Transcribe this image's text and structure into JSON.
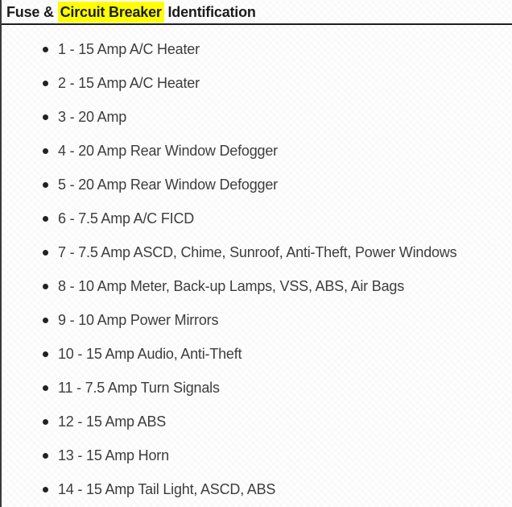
{
  "title": {
    "pre": "Fuse & ",
    "highlight": "Circuit Breaker",
    "post": " Identification"
  },
  "list": {
    "items": [
      "1 - 15 Amp A/C Heater",
      "2 - 15 Amp A/C Heater",
      "3 - 20 Amp",
      "4 - 20 Amp Rear Window Defogger",
      "5 - 20 Amp Rear Window Defogger",
      "6 - 7.5 Amp A/C FICD",
      "7 - 7.5 Amp ASCD, Chime, Sunroof, Anti-Theft, Power Windows",
      "8 - 10 Amp Meter, Back-up Lamps, VSS, ABS, Air Bags",
      "9 - 10 Amp Power Mirrors",
      "10 - 15 Amp Audio, Anti-Theft",
      "11 - 7.5 Amp Turn Signals",
      "12 - 15 Amp ABS",
      "13 - 15 Amp Horn",
      "14 - 15 Amp Tail Light, ASCD, ABS"
    ]
  },
  "colors": {
    "highlight": "#ffff00",
    "title_text": "#1c1c1c",
    "list_text": "#3d3d3d",
    "rule": "#1e1e1e",
    "bullet": "#222222",
    "left_border": "#3a3a3a"
  }
}
